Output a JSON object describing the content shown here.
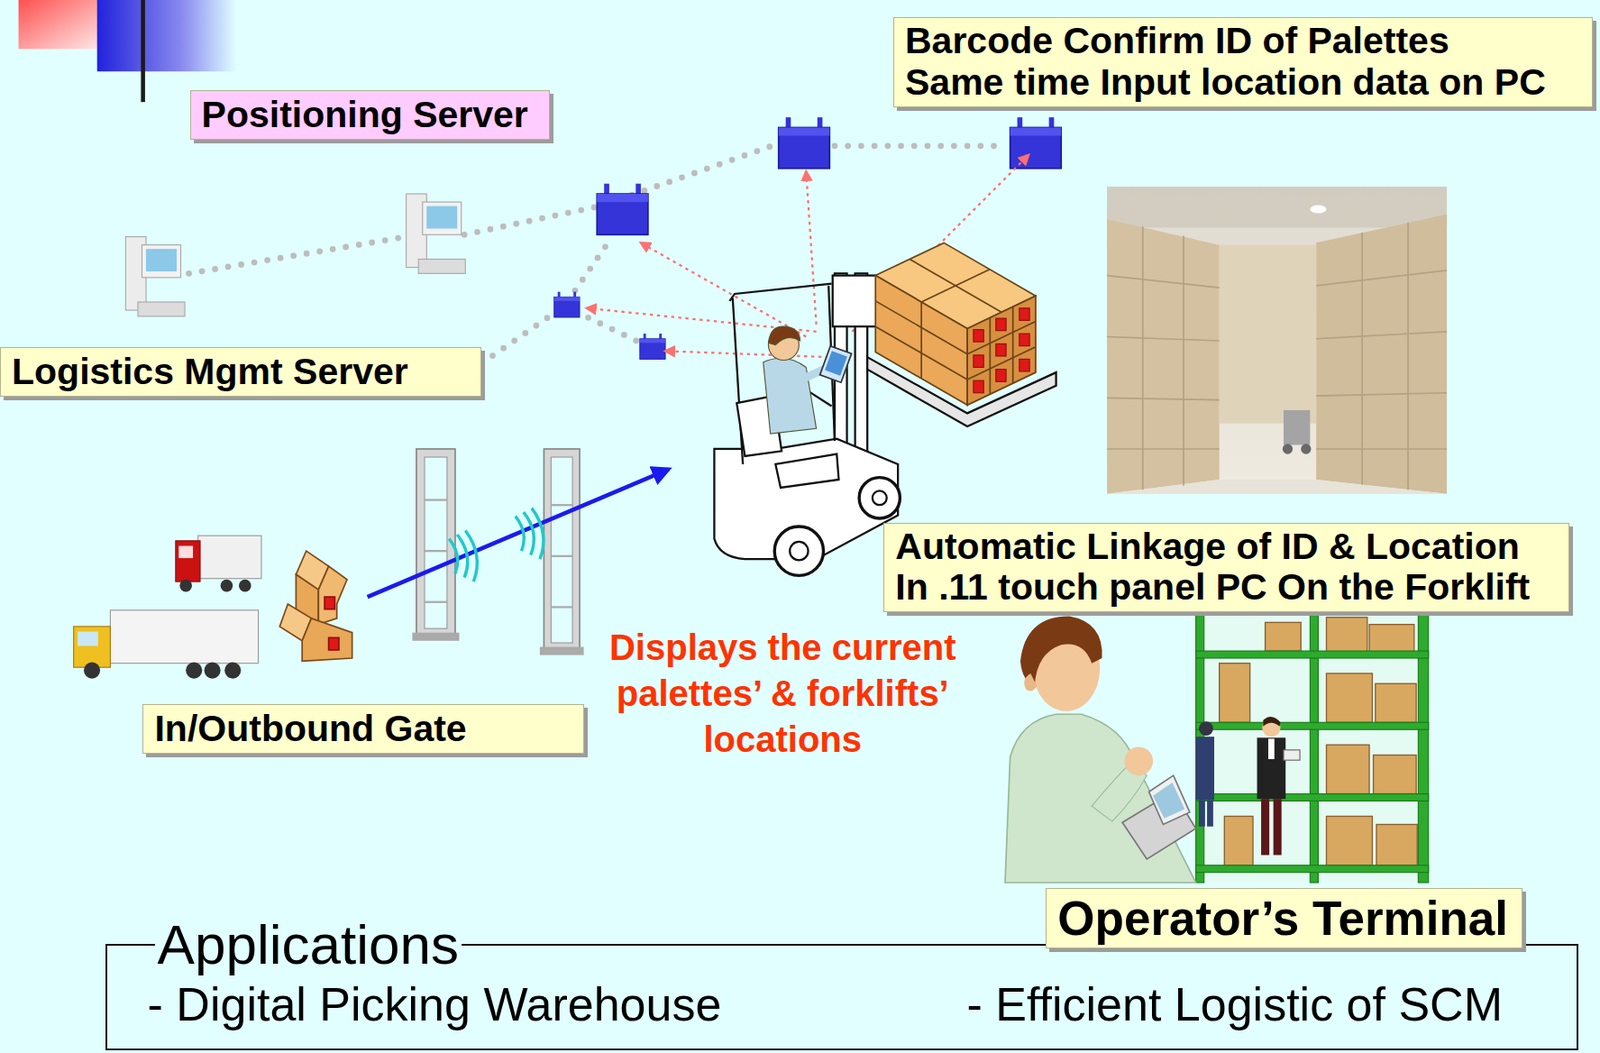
{
  "diagram": {
    "nodes": [
      {
        "text": [
          "Barcode Confirm ID of Palettes Same time Input location data on PC"
        ]
      },
      {
        "text": [
          "Positioning Server"
        ]
      },
      {
        "text": [
          "Logistics Mgmt Server"
        ]
      },
      {
        "text": [
          "Automatic Linkage of ID & Location In .11 touch panel PC On the Forklift"
        ]
      },
      {
        "text": [
          "In/Outbound Gate"
        ]
      },
      {
        "text": [
          "Operator’s Terminal"
        ]
      },
      {
        "text": [
          "Applications",
          "- Digital Picking Warehouse",
          "- Efficient Logistic of SCM"
        ]
      }
    ],
    "labels": [
      "Displays the current palettes’ & forklifts’ locations"
    ]
  }
}
